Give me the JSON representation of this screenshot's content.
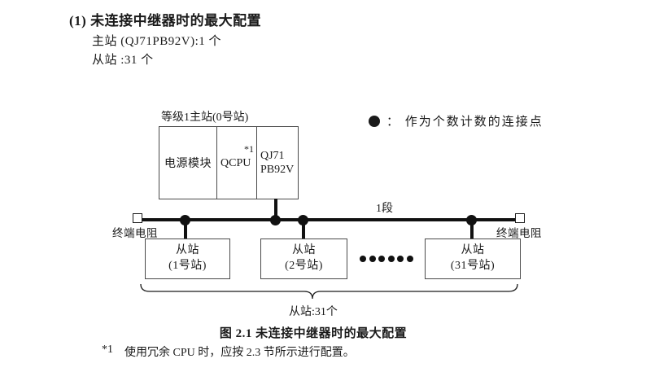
{
  "colors": {
    "ink": "#1a1a1a",
    "box_border": "#4a4a4a"
  },
  "header": {
    "heading": "(1) 未连接中继器时的最大配置",
    "master_count": "主站 (QJ71PB92V):1 个",
    "slave_count": "从站 :31 个"
  },
  "diagram": {
    "master_label": "等级1主站(0号站)",
    "modules": {
      "power": "电源模块",
      "cpu": "QCPU",
      "cpu_footnote_ref": "*1",
      "interface_line1": "QJ71",
      "interface_line2": "PB92V"
    },
    "legend_text": "：  作为个数计数的连接点",
    "segment_label": "1段",
    "terminator_left": "终端电阻",
    "terminator_right": "终端电阻",
    "slaves": [
      {
        "name": "从站",
        "station": "(1号站)"
      },
      {
        "name": "从站",
        "station": "(2号站)"
      },
      {
        "name": "从站",
        "station": "(31号站)"
      }
    ],
    "brace_label": "从站:31个"
  },
  "caption": "图 2.1 未连接中继器时的最大配置",
  "footnote": {
    "marker": "*1",
    "text": "使用冗余 CPU 时，应按 2.3 节所示进行配置。"
  }
}
